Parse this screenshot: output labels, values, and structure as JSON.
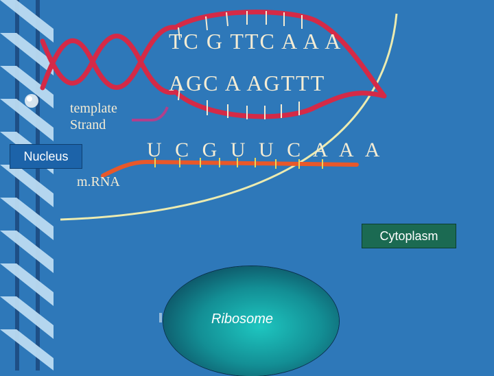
{
  "dna": {
    "top_strand": "TC G TTC A A A",
    "template_strand": "AGC A AGTTT"
  },
  "mrna": {
    "sequence": "U C G U U C A A A"
  },
  "labels": {
    "template_line1": "template",
    "template_line2": "Strand",
    "mrna": "m.RNA",
    "nucleus": "Nucleus",
    "cytoplasm": "Cytoplasm",
    "ribosome": "Ribosome"
  },
  "colors": {
    "background": "#2e78b9",
    "dna_strand": "#d42a47",
    "mrna_strand": "#e8582a",
    "nuclear_membrane": "#ecebb0",
    "pointer": "#b0408c"
  }
}
